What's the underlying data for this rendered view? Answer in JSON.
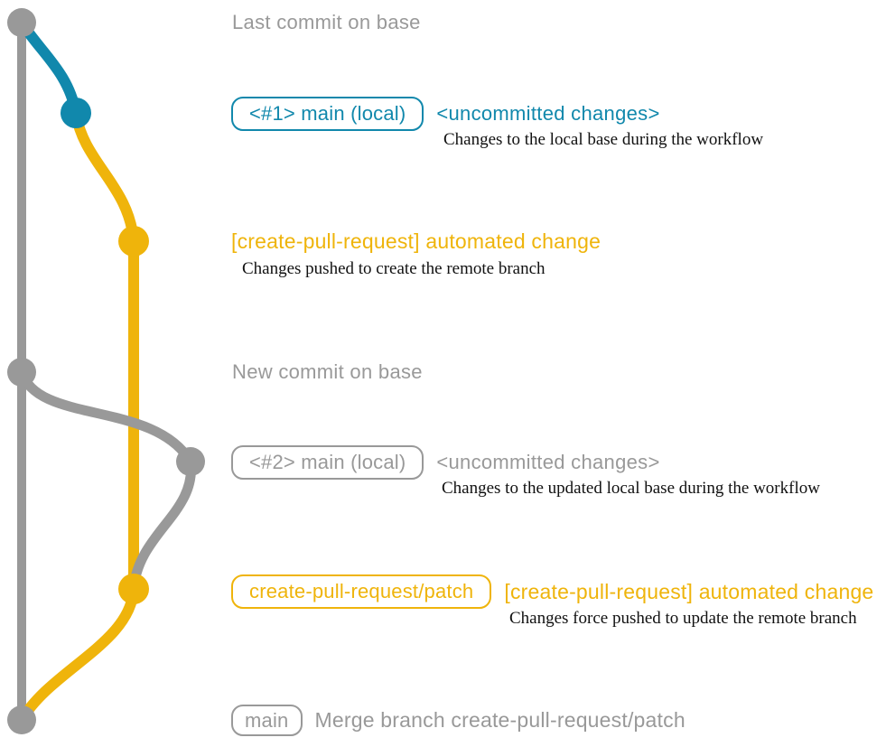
{
  "colors": {
    "gray": "#999999",
    "teal": "#1188ac",
    "yellow": "#efb40b",
    "ink": "#111111",
    "bg": "#ffffff"
  },
  "graph": {
    "branches": [
      {
        "name": "base",
        "color": "#999999"
      },
      {
        "name": "main (local)",
        "color": "#1188ac"
      },
      {
        "name": "create-pull-request/patch",
        "color": "#efb40b"
      }
    ]
  },
  "annotations": {
    "last_commit": {
      "title": "Last commit on base"
    },
    "local1": {
      "badge": "<#1> main (local)",
      "status": "<uncommitted changes>",
      "note": "Changes to the local base during the workflow"
    },
    "push1": {
      "label": "[create-pull-request] automated change",
      "note": "Changes pushed to create the remote branch"
    },
    "new_commit": {
      "title": "New commit on base"
    },
    "local2": {
      "badge": "<#2> main (local)",
      "status": "<uncommitted changes>",
      "note": "Changes to the updated local base during the workflow"
    },
    "push2": {
      "badge": "create-pull-request/patch",
      "label": "[create-pull-request] automated change",
      "note": "Changes force pushed to update the remote branch"
    },
    "merge": {
      "badge": "main",
      "label": "Merge branch create-pull-request/patch"
    }
  }
}
